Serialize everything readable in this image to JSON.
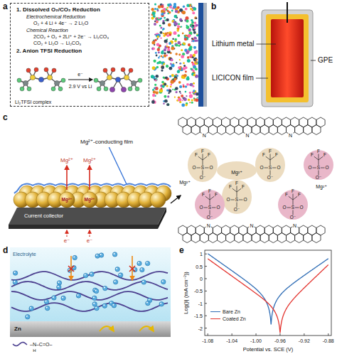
{
  "diagram": {
    "nodes": [
      {
        "text": [
          "1. Dissolved O₂/CO₂ Reduction",
          "Electrochemical Reduction",
          "O₂ + 4 Li + 4e⁻ → 2 Li₂O",
          "Chemical Reaction",
          "2CO₂ + O₂ + 2Li⁺ + 2e⁻ → Li₂CO₃",
          "CO₂ + Li₂O → Li₂CO₃",
          "2. Anion TFSI Reduction",
          "e⁻",
          "2.9 V vs Li",
          "Li₂TFSI complex"
        ]
      },
      {
        "text": [
          "Current collector"
        ]
      },
      {
        "text": [
          "Mg²⁺"
        ]
      },
      {
        "text": [
          "Mg²⁺"
        ]
      }
    ],
    "labels": [
      "a",
      "b",
      "Lithium metal",
      "LICICON film",
      "GPE",
      "c",
      "Mg²⁺-conducting film",
      "Mg²⁺",
      "Mg²⁺",
      "e⁻",
      "e⁻",
      "Mg²⁺",
      "Mg²⁺",
      "Mg²⁺",
      "N",
      "N",
      "N",
      "N",
      "N",
      "N",
      "F",
      "F",
      "F",
      "S",
      "O",
      "O",
      "O⁻",
      "F",
      "F",
      "F",
      "S",
      "O",
      "O",
      "O⁻",
      "F",
      "F",
      "F",
      "S",
      "O",
      "O",
      "O⁻",
      "F",
      "F",
      "F",
      "S",
      "O",
      "O",
      "O⁻",
      "F",
      "F",
      "F",
      "S",
      "O",
      "O",
      "O⁻",
      "F",
      "F",
      "F",
      "S",
      "O",
      "O",
      "O⁻",
      "d",
      "Electrolyte",
      "Zn",
      "–N–C=O–",
      "H",
      "e",
      "Log(|i| (mA cm⁻²))",
      "1",
      "0.5",
      "0",
      "-0.5",
      "-1",
      "-1.5",
      "-2",
      "-1.08",
      "-1.04",
      "-1.00",
      "-0.96",
      "-0.92",
      "-0.88",
      "Potential vs. SCE (V)"
    ],
    "legend": [
      {
        "text": "Bare Zn"
      },
      {
        "text": "Coated Zn"
      }
    ]
  }
}
